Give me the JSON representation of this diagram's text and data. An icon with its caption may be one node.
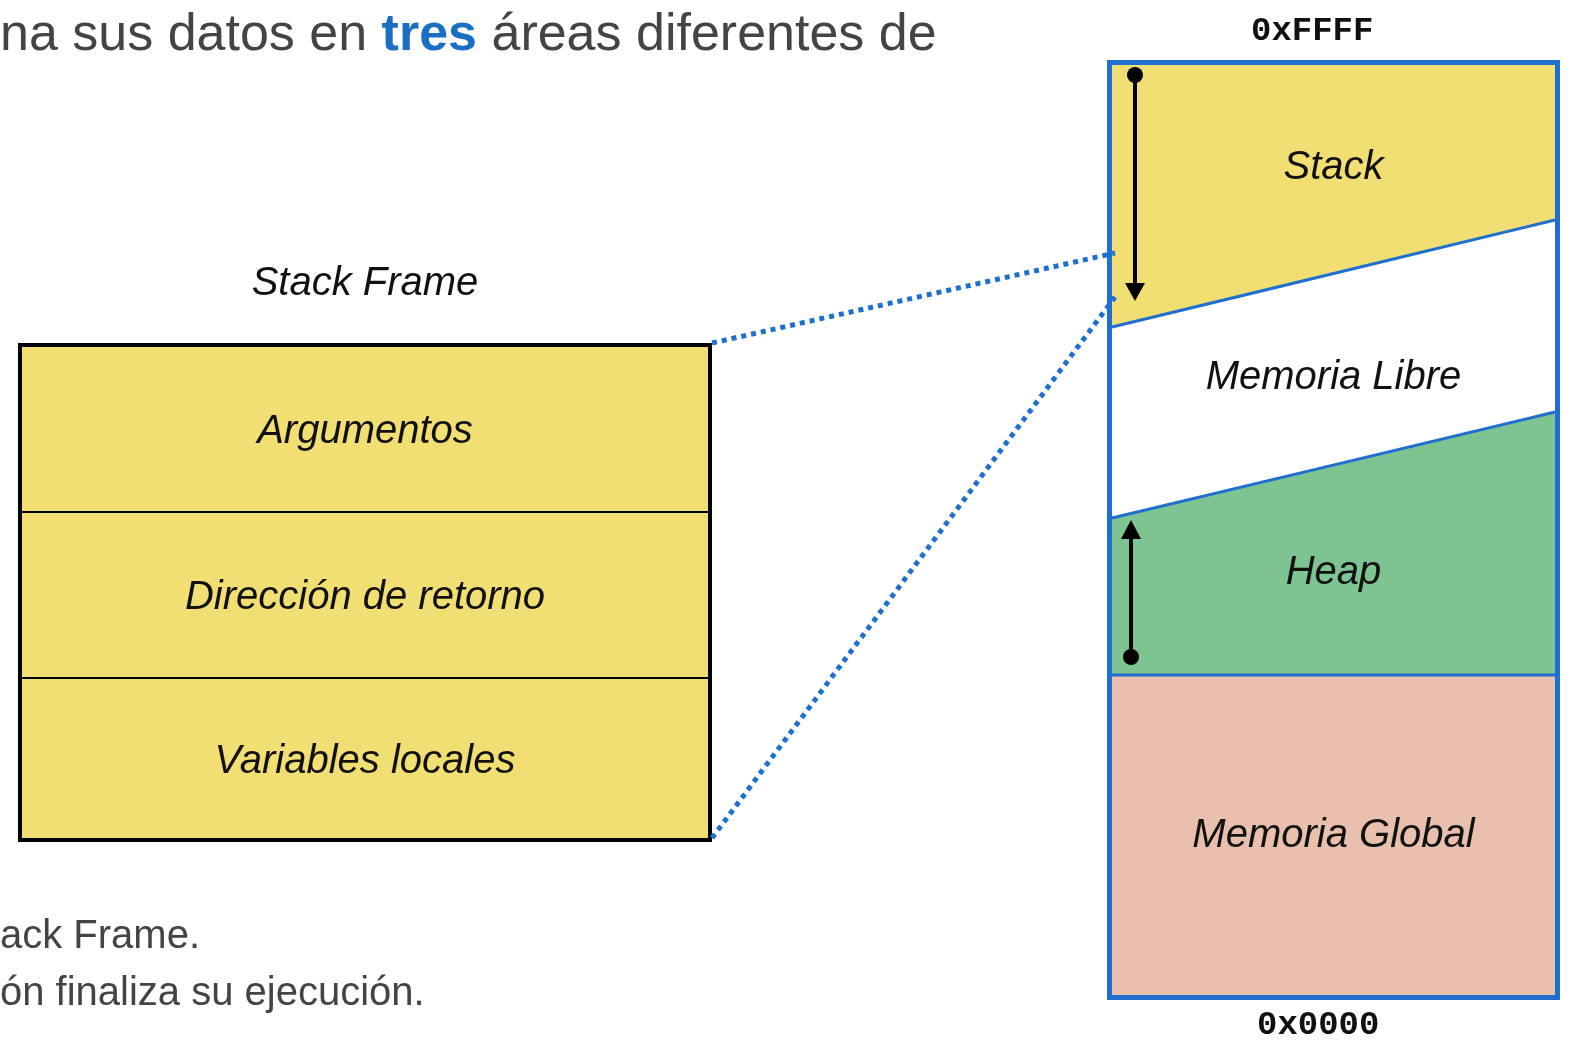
{
  "diagram": {
    "nodes": [
      {
        "text": [
          "Stack Frame"
        ]
      },
      {
        "text": [
          "Argumentos"
        ],
        "in": 0
      },
      {
        "text": [
          "Dirección de retorno"
        ],
        "in": 0
      },
      {
        "text": [
          "Variables locales"
        ],
        "in": 0
      },
      {
        "text": [],
        "shape": "box",
        "beside": [
          "0xFFFF",
          "0x0000"
        ]
      },
      {
        "text": [
          "Stack"
        ],
        "in": 4
      },
      {
        "text": [
          "Memoria Libre"
        ],
        "in": 4
      },
      {
        "text": [
          "Heap"
        ],
        "in": 4
      },
      {
        "text": [
          "Memoria Global"
        ],
        "in": 4
      }
    ],
    "edges": [
      {
        "from": 0,
        "to": 5,
        "arrow": "none",
        "style": "dashed",
        "color": "#1f6fd1"
      },
      {
        "from": 0,
        "to": 5,
        "arrow": "none",
        "style": "dashed",
        "color": "#1f6fd1"
      }
    ],
    "labels": [
      "na sus datos en **tres** áreas diferentes de",
      "ack Frame.",
      "ón finaliza su ejecución."
    ]
  }
}
